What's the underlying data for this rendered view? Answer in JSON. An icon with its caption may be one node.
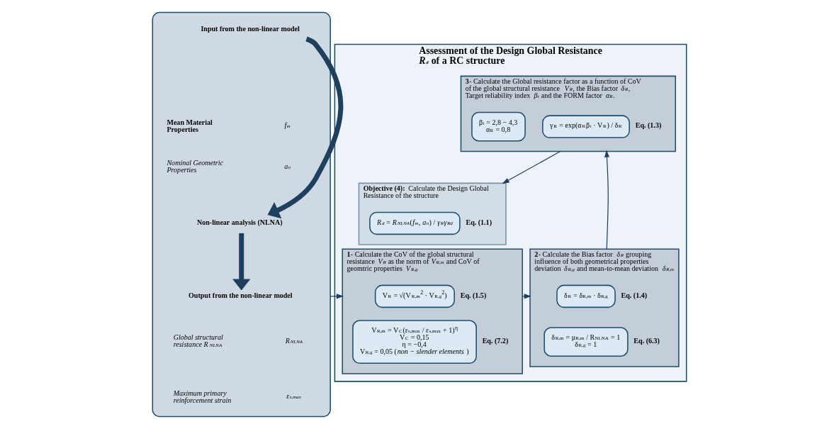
{
  "diagram": {
    "nodes": [
      {
        "text": [],
        "shape": "box"
      },
      {
        "text": [
          "Input from the non-linear model"
        ],
        "in": 0
      },
      {
        "text": [
          "Non-linear analysis (NLNA)"
        ],
        "in": 0
      },
      {
        "text": [
          "Output from the non-linear model"
        ],
        "in": 0
      },
      {
        "text": [
          "Assessment of the Design Global Resistance *R$_{d}$* of a RC structure"
        ]
      },
      {
        "text": [
          "**Objective (4):** Calculate the Design Global Resistance of the structure"
        ],
        "in": 4
      },
      {
        "text": [
          "*R$_{d}$* = *R$_{NLNA}$*(*f$_{m}$*, *a$_{n}$*) / *γ$_{R}$γ$_{Rd}$*"
        ],
        "in": 5,
        "beside": [
          "Eq. (1.1)"
        ]
      },
      {
        "text": [
          "**3**- Calculate the Global resistance factor as a function of CoV of the global structural resistance *V$_{R}$*, the Bias factor *δ$_{R}$*, Target reliability index *β$_{t}$* and the FORM factor *α$_{R}$*."
        ],
        "in": 4
      },
      {
        "text": [
          "γ$_{R}$ = exp(α$_{R}$β$_{t}$ · V$_{R}$) / δ$_{R}$"
        ],
        "in": 7,
        "beside": [
          "Eq. (1.3)"
        ]
      },
      {
        "text": [
          "β$_{t}$ = 2,8 − 4,3",
          "α$_{R}$ = 0,8"
        ],
        "in": 7
      },
      {
        "text": [
          "**1**- Calculate the CoV of the global structural resistance *V$_{R}$* as the norm of *V$_{R,m}$* and CoV of geomtric properties *V$_{R,g}$*"
        ],
        "in": 4
      },
      {
        "text": [
          "V$_{R}$ = √(V$_{R,m}$$^{2}$ · V$_{R,g}$$^{2}$)"
        ],
        "in": 10,
        "beside": [
          "Eq. (1.5)"
        ]
      },
      {
        "text": [
          "V$_{R,m}$ = V$_{C}$(ε$_{s,max}$ / ε$_{s,max}$ + 1)$^{η}$",
          "V$_{C}$ = 0,15",
          "η = −0,4",
          "V$_{R,g}$ = 0,05 (*non − slender elements*)"
        ],
        "in": 10,
        "beside": [
          "Eq. (7.2)"
        ]
      },
      {
        "text": [
          "**2**- Calculate the Bias factor *δ$_{R}$* grouping influence of both geometrical properties deviation *δ$_{R,g}$* and mean-to-mean deviation *δ$_{R,m}$*"
        ],
        "in": 4
      },
      {
        "text": [
          "δ$_{R}$ = δ$_{R,m}$ · δ$_{R,g}$"
        ],
        "in": 13,
        "beside": [
          "Eq. (1.4)"
        ]
      },
      {
        "text": [
          "δ$_{R,m}$ = μ$_{R,m}$ / R$_{NLNA}$ = 1",
          "δ$_{R,g}$ = 1"
        ],
        "in": 13,
        "beside": [
          "Eq. (6.3)"
        ]
      }
    ],
    "edges": [
      {
        "from": 1,
        "to": 2,
        "arrow": "to",
        "style": "thick"
      },
      {
        "from": 2,
        "to": 3,
        "arrow": "to",
        "style": "thick"
      },
      {
        "from": 0,
        "to": 10,
        "arrow": "to"
      },
      {
        "from": 10,
        "to": 13,
        "arrow": "to"
      },
      {
        "from": 13,
        "to": 7,
        "arrow": "to"
      },
      {
        "from": 7,
        "to": 5,
        "arrow": "to"
      }
    ],
    "labels": [
      "Mean Material Properties",
      "*f$_{m}$*",
      "Nominal Geometric Properties",
      "*a$_{n}$*",
      "Global structural resistance R$_{NLNA}$",
      "*R$_{NLNA}$*",
      "Maximum primary reinforcement strain",
      "*ε$_{s,max}$*"
    ]
  }
}
